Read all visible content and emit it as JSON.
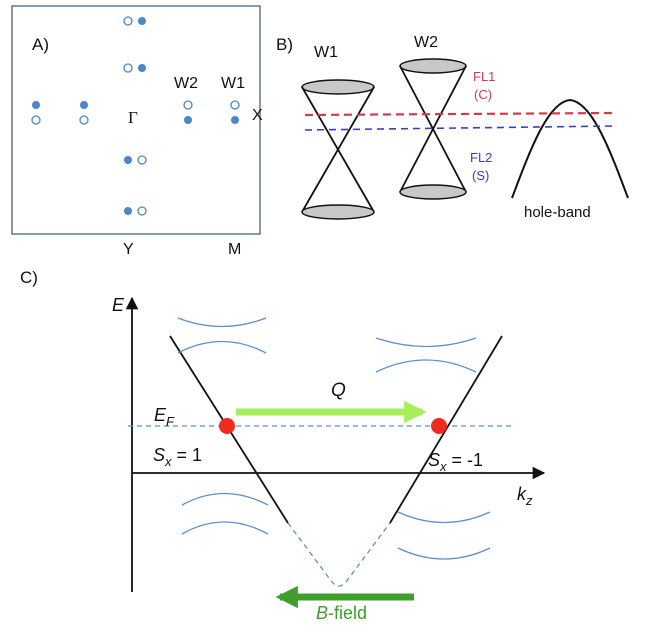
{
  "panelA": {
    "label": "A)",
    "gamma": "Γ",
    "x_label": "X",
    "y_label": "Y",
    "m_label": "M",
    "w2_label": "W2",
    "w1_label": "W1",
    "colors": {
      "frame": "#6b7f96",
      "dot": "#4a86c8"
    }
  },
  "panelB": {
    "label": "B)",
    "w1": "W1",
    "w2": "W2",
    "fl1_line1": "FL1",
    "fl1_line2": "(C)",
    "fl2_line1": "FL2",
    "fl2_line2": "(S)",
    "hole_band": "hole-band",
    "colors": {
      "fl1": "#d9384b",
      "fl2": "#3a3fc4"
    }
  },
  "panelC": {
    "label": "C)",
    "e_axis": "E",
    "k_axis_main": "k",
    "k_axis_sub": "z",
    "ef_main": "E",
    "ef_sub": "F",
    "q_label": "Q",
    "sx_left_main": "S",
    "sx_left_sub": "x",
    "sx_left_value": " = 1",
    "sx_right_main": "S",
    "sx_right_sub": "x",
    "sx_right_value": " = -1",
    "bfield_italic": "B",
    "bfield_rest": "-field",
    "colors": {
      "q_arrow": "#a8ee5c",
      "b_arrow": "#3f9e2c",
      "node": "#ee2b1c",
      "bands": "#5b8fcf"
    }
  }
}
